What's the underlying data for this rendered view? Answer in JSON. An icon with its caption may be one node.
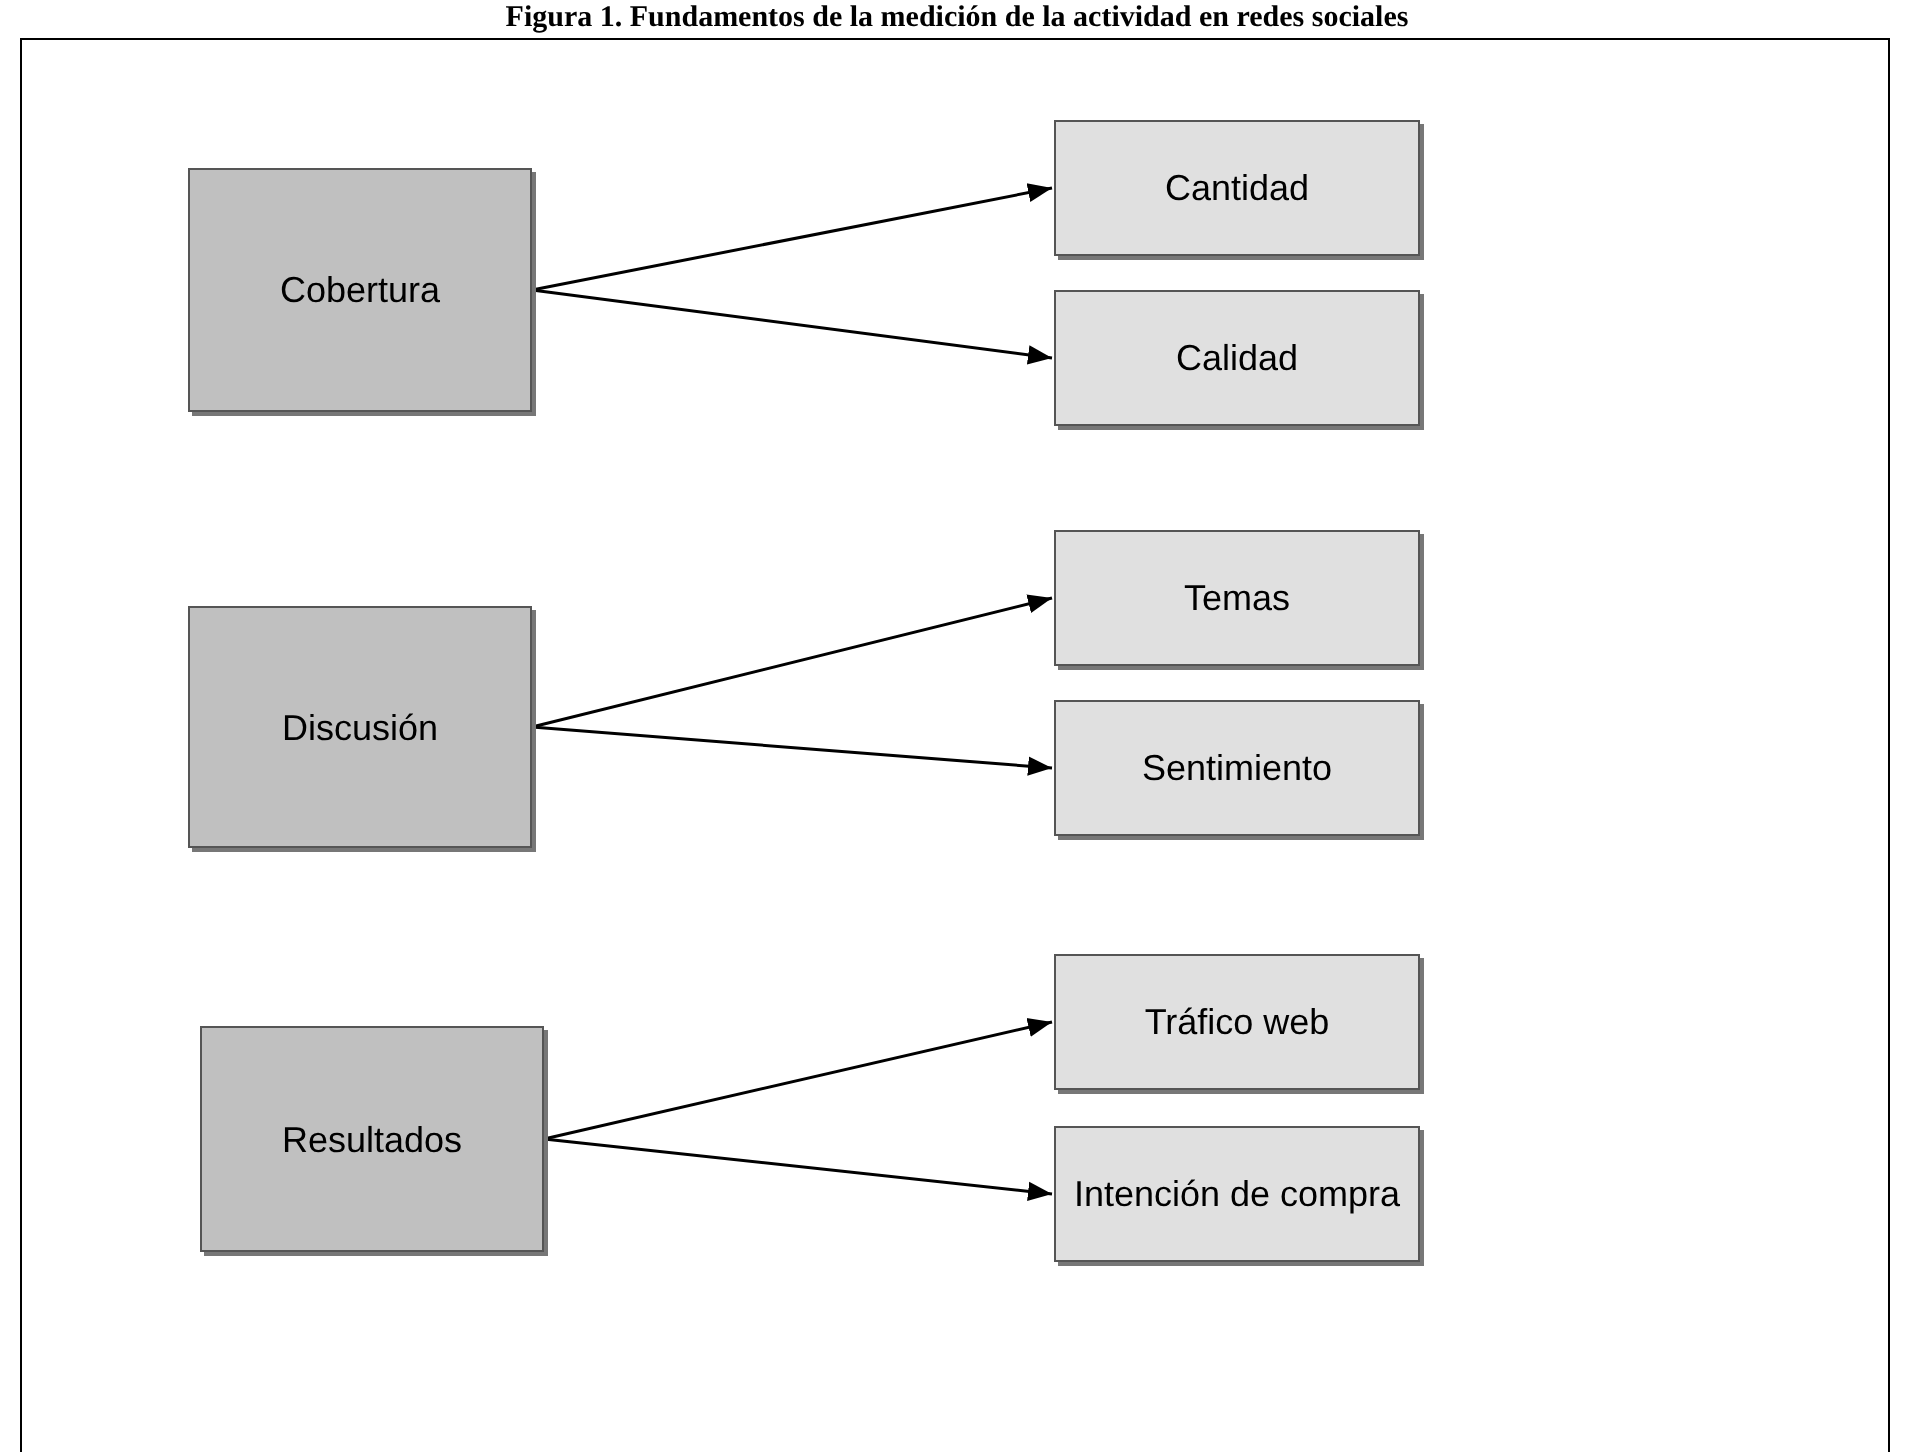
{
  "diagram": {
    "title": "Figura 1. Fundamentos de la medición de la actividad en redes sociales",
    "nodes": [
      {
        "text": [
          "Cobertura"
        ]
      },
      {
        "text": [
          "Cantidad"
        ]
      },
      {
        "text": [
          "Calidad"
        ]
      },
      {
        "text": [
          "Discusión"
        ]
      },
      {
        "text": [
          "Temas"
        ]
      },
      {
        "text": [
          "Sentimiento"
        ]
      },
      {
        "text": [
          "Resultados"
        ]
      },
      {
        "text": [
          "Tráfico web"
        ]
      },
      {
        "text": [
          "Intención de compra"
        ]
      }
    ],
    "edges": [
      {
        "from": 0,
        "to": 1,
        "arrow": "to"
      },
      {
        "from": 0,
        "to": 2,
        "arrow": "to"
      },
      {
        "from": 3,
        "to": 4,
        "arrow": "to"
      },
      {
        "from": 3,
        "to": 5,
        "arrow": "to"
      },
      {
        "from": 6,
        "to": 7,
        "arrow": "to"
      },
      {
        "from": 6,
        "to": 8,
        "arrow": "to"
      }
    ]
  }
}
